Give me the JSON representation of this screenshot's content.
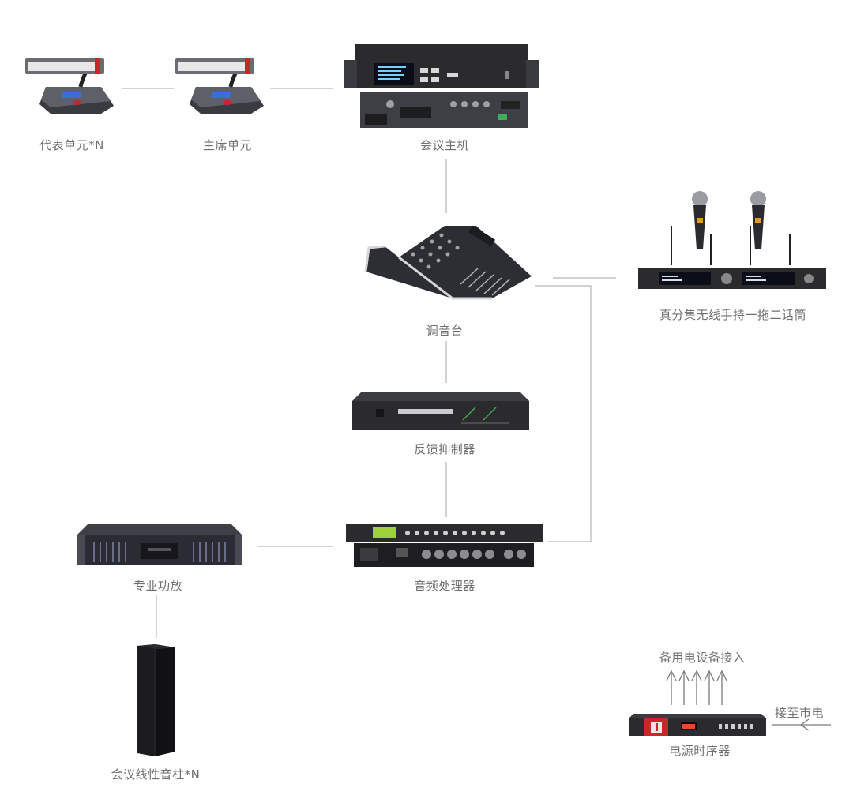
{
  "devices": {
    "delegate_unit": "代表单元*N",
    "chairman_unit": "主席单元",
    "conference_host": "会议主机",
    "mixer": "调音台",
    "wireless_mic": "真分集无线手持一拖二话筒",
    "feedback_suppressor": "反馈抑制器",
    "power_amplifier": "专业功放",
    "audio_processor": "音频处理器",
    "column_speaker": "会议线性音柱*N",
    "power_sequencer": "电源时序器"
  },
  "annotations": {
    "backup_equipment": "备用电设备接入",
    "mains_power": "接至市电"
  },
  "colors": {
    "line": "#c4c4c4",
    "label": "#6f6f6f",
    "device_dark": "#2b2b2e",
    "device_red": "#c8282a",
    "display_blue": "#3a6fd8"
  }
}
